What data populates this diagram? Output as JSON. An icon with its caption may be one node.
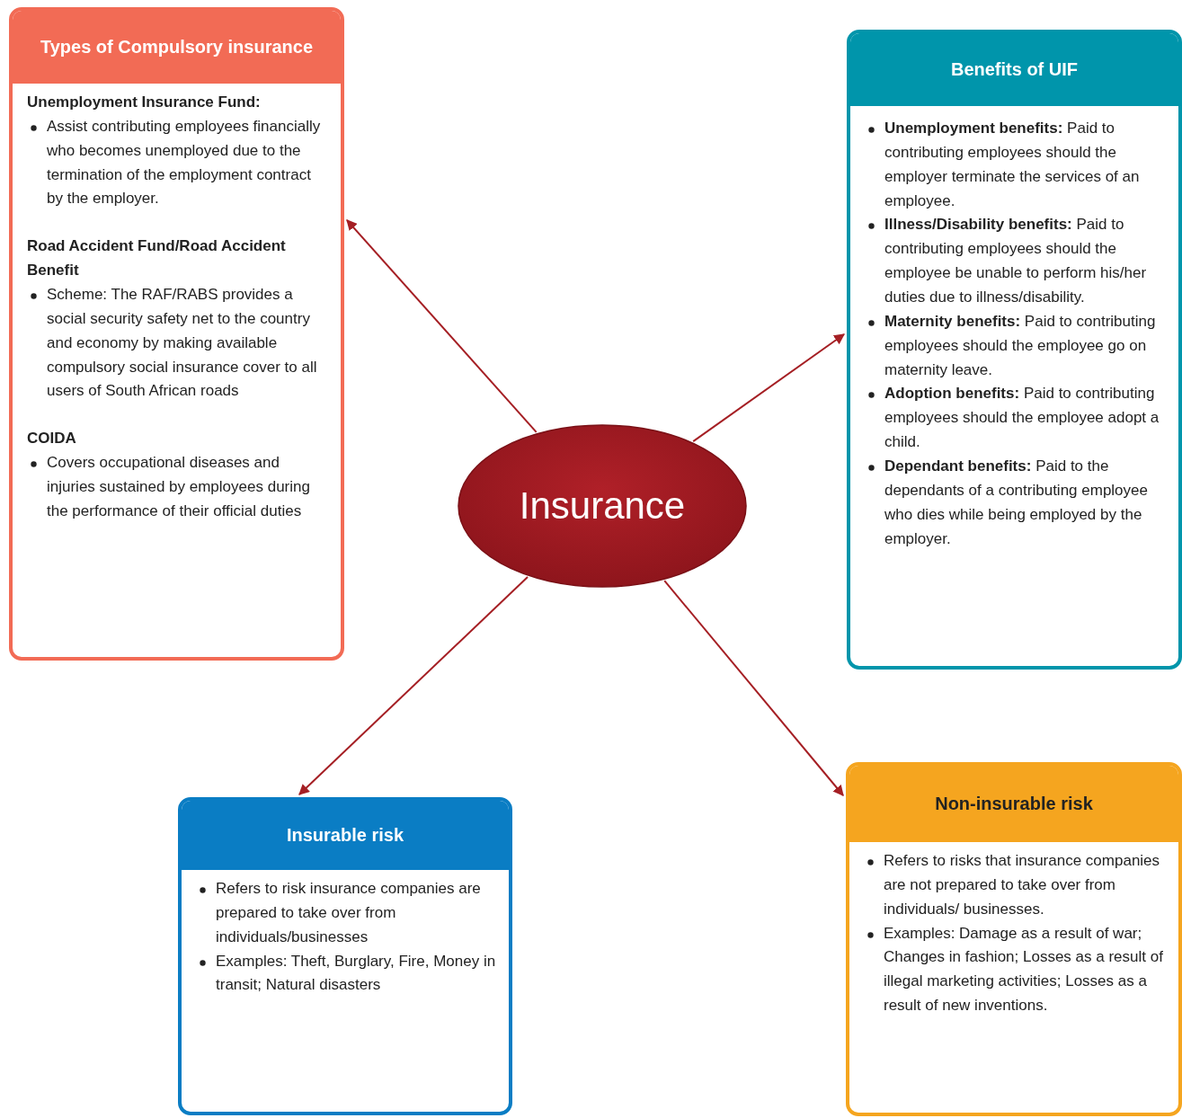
{
  "diagram": {
    "nodes": [
      {
        "text": [
          "Insurance"
        ]
      },
      {
        "text": [
          "Types of Compulsory insurance",
          "Unemployment Insurance Fund:",
          "Assist contributing employees financially who becomes unemployed due to the termination of the employment contract by the employer.",
          "Road Accident Fund/Road Accident Benefit",
          "Scheme: The RAF/RABS provides a social security safety net to the country and economy by making available compulsory social insurance cover to all users of South African roads",
          "COIDA",
          "Covers occupational diseases and injuries sustained by employees during the performance of their official duties"
        ]
      },
      {
        "text": [
          "Benefits of UIF",
          "**Unemployment benefits:** Paid to contributing employees should the employer terminate the services of an employee.",
          "**Illness/Disability benefits:** Paid to contributing employees should the employee be unable to perform his/her duties due to illness/disability.",
          "**Maternity benefits:** Paid to contributing employees should the employee go on maternity leave.",
          "**Adoption benefits:** Paid to contributing employees should the employee adopt a child.",
          "**Dependant benefits:** Paid to the dependants of a contributing employee who dies while being employed by the employer."
        ]
      },
      {
        "text": [
          "Insurable risk",
          "Refers to risk insurance companies are prepared to take over from individuals/businesses",
          "Examples: Theft, Burglary, Fire, Money in transit; Natural disasters"
        ]
      },
      {
        "text": [
          "Non-insurable risk",
          "Refers to risks that insurance companies are not prepared to take over from individuals/ businesses.",
          "Examples: Damage as a result of war; Changes in fashion; Losses as a result of illegal marketing activities; Losses as a result of new inventions."
        ]
      }
    ],
    "edges": [
      {
        "from": 0,
        "to": 1,
        "arrow": "to"
      },
      {
        "from": 0,
        "to": 2,
        "arrow": "to"
      },
      {
        "from": 0,
        "to": 3,
        "arrow": "to"
      },
      {
        "from": 0,
        "to": 4,
        "arrow": "to"
      }
    ]
  }
}
